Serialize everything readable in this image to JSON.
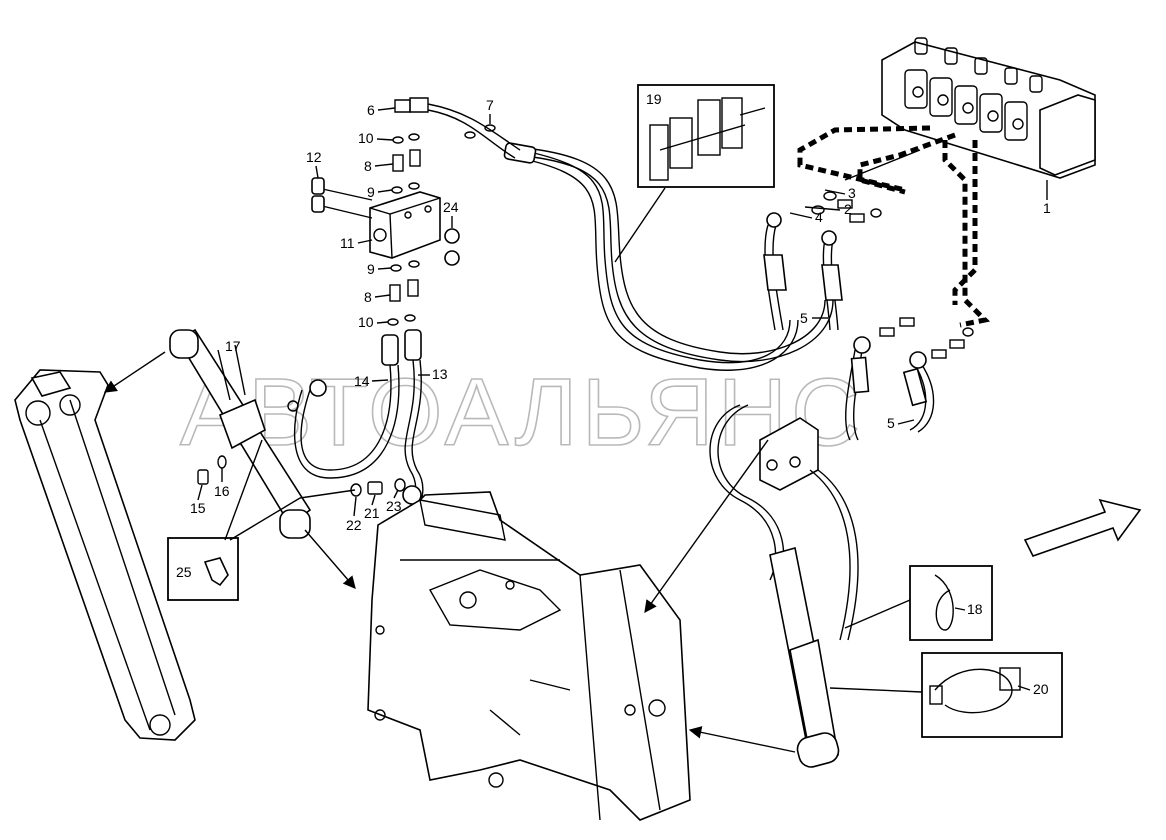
{
  "watermark": "АВТОАЛЬЯНС",
  "callouts": [
    "1",
    "2",
    "3",
    "4",
    "5",
    "5",
    "6",
    "7",
    "8",
    "8",
    "9",
    "9",
    "10",
    "10",
    "11",
    "12",
    "13",
    "14",
    "15",
    "16",
    "17",
    "18",
    "19",
    "20",
    "21",
    "22",
    "23",
    "24",
    "25"
  ]
}
